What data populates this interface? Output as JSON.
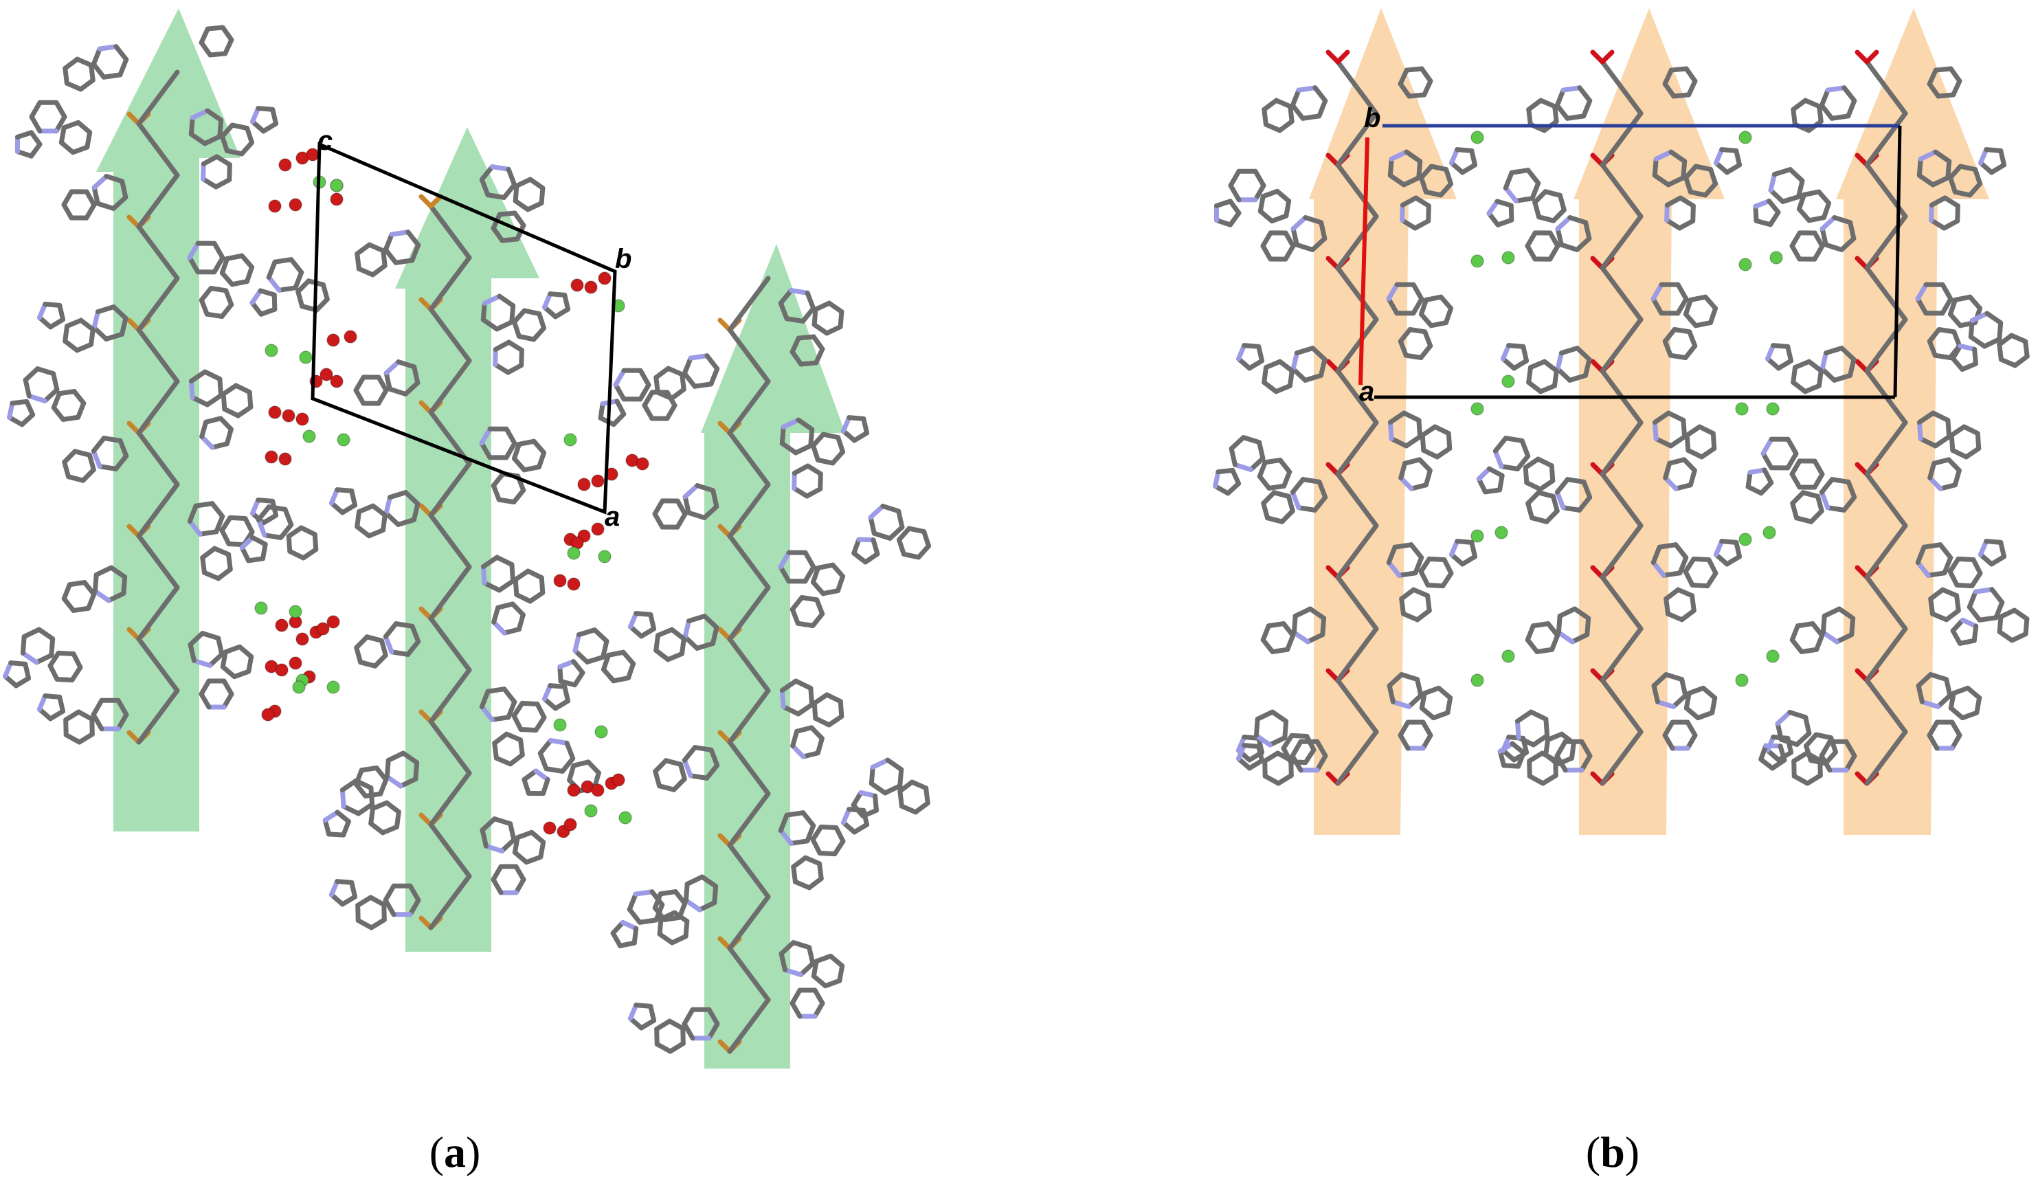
{
  "panels": [
    {
      "id": "a",
      "caption_open": "(",
      "caption_letter": "a",
      "caption_close": ")",
      "axis_labels": {
        "a": "a",
        "b": "b",
        "c": "c"
      },
      "arrow_color": "#a8dfb5",
      "water_color": "#cc1a1a",
      "ion_color": "#5cc94a"
    },
    {
      "id": "b",
      "caption_open": "(",
      "caption_letter": "b",
      "caption_close": ")",
      "axis_labels": {
        "a": "a",
        "b": "b"
      },
      "arrow_color": "#fbd7ad",
      "ion_color": "#5cc94a",
      "axis_colors": {
        "a": "#e01010",
        "b": "#2a3f9a"
      }
    }
  ],
  "colors": {
    "bond": "#6d6d6d",
    "nitrogen": "#9c9ce6",
    "oxygen": "#d0101a",
    "sulfur_or_metal": "#c8842a",
    "cell_edge": "#000000"
  }
}
